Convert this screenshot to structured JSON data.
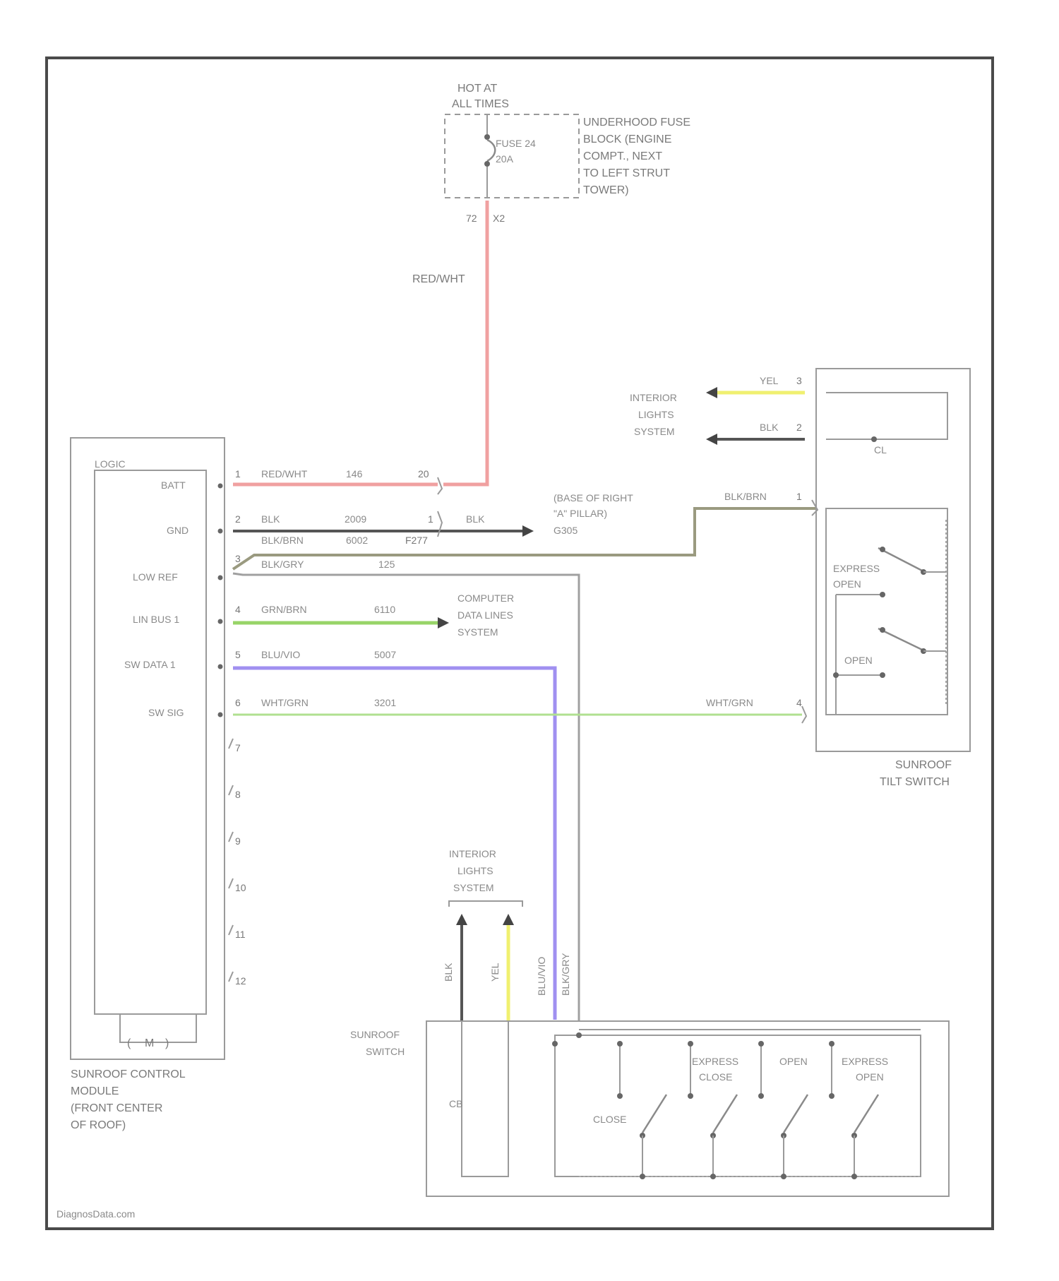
{
  "colors": {
    "red_wht": "#f0a0a0",
    "blk": "#555555",
    "blk_brn": "#9a9a80",
    "blk_gry": "#a0a0a0",
    "grn_brn": "#98d468",
    "blu_vio": "#a090f0",
    "wht_grn": "#b0e090",
    "yel": "#f0f070"
  },
  "power": {
    "hot_l1": "HOT AT",
    "hot_l2": "ALL TIMES",
    "fuse_l1": "FUSE 24",
    "fuse_l2": "20A",
    "pin_a": "72",
    "pin_b": "X2",
    "loc_l1": "UNDERHOOD FUSE",
    "loc_l2": "BLOCK (ENGINE",
    "loc_l3": "COMPT., NEXT",
    "loc_l4": "TO LEFT STRUT",
    "loc_l5": "TOWER)",
    "wire": "RED/WHT"
  },
  "module": {
    "logic": "LOGIC",
    "motor": "M",
    "name_l1": "SUNROOF CONTROL",
    "name_l2": "MODULE",
    "name_l3": "(FRONT CENTER",
    "name_l4": "OF ROOF)",
    "pins": [
      {
        "num": "1",
        "name": "BATT",
        "wire": "RED/WHT",
        "circuit": "146",
        "conn": "20"
      },
      {
        "num": "2",
        "name": "GND",
        "wire": "BLK",
        "circuit": "2009",
        "conn": "1"
      },
      {
        "num": "3",
        "name": "LOW REF",
        "wire": "BLK/GRY",
        "circuit": "125",
        "conn": ""
      },
      {
        "num": "4",
        "name": "LIN BUS 1",
        "wire": "GRN/BRN",
        "circuit": "6110",
        "conn": ""
      },
      {
        "num": "5",
        "name": "SW DATA 1",
        "wire": "BLU/VIO",
        "circuit": "5007",
        "conn": ""
      },
      {
        "num": "6",
        "name": "SW SIG",
        "wire": "WHT/GRN",
        "circuit": "3201",
        "conn": ""
      }
    ],
    "spare_pins": [
      "7",
      "8",
      "9",
      "10",
      "11",
      "12"
    ]
  },
  "ground": {
    "wire_top": "BLK/BRN",
    "circuit_top": "6002",
    "conn_top": "F277",
    "wire": "BLK",
    "g_l1": "(BASE OF RIGHT",
    "g_l2": "\"A\" PILLAR)",
    "g_l3": "G305"
  },
  "computer": {
    "l1": "COMPUTER",
    "l2": "DATA LINES",
    "l3": "SYSTEM"
  },
  "tilt": {
    "int_l1": "INTERIOR",
    "int_l2": "LIGHTS",
    "int_l3": "SYSTEM",
    "yel_wire": "YEL",
    "yel_pin": "3",
    "blk_wire": "BLK",
    "blk_pin": "2",
    "lamp_label": "CL",
    "brn_wire": "BLK/BRN",
    "brn_pin": "1",
    "grn_wire": "WHT/GRN",
    "grn_pin": "4",
    "express_l1": "EXPRESS",
    "express_l2": "OPEN",
    "open": "OPEN",
    "name_l1": "SUNROOF",
    "name_l2": "TILT SWITCH"
  },
  "switch": {
    "int_l1": "INTERIOR",
    "int_l2": "LIGHTS",
    "int_l3": "SYSTEM",
    "blk": "BLK",
    "yel": "YEL",
    "blu_vio": "BLU/VIO",
    "blk_gry": "BLK/GRY",
    "name_l1": "SUNROOF",
    "name_l2": "SWITCH",
    "lamp": "CB",
    "close": "CLOSE",
    "express_close_l1": "EXPRESS",
    "express_close_l2": "CLOSE",
    "open": "OPEN",
    "express_open_l1": "EXPRESS",
    "express_open_l2": "OPEN"
  },
  "footer": "DiagnosData.com"
}
